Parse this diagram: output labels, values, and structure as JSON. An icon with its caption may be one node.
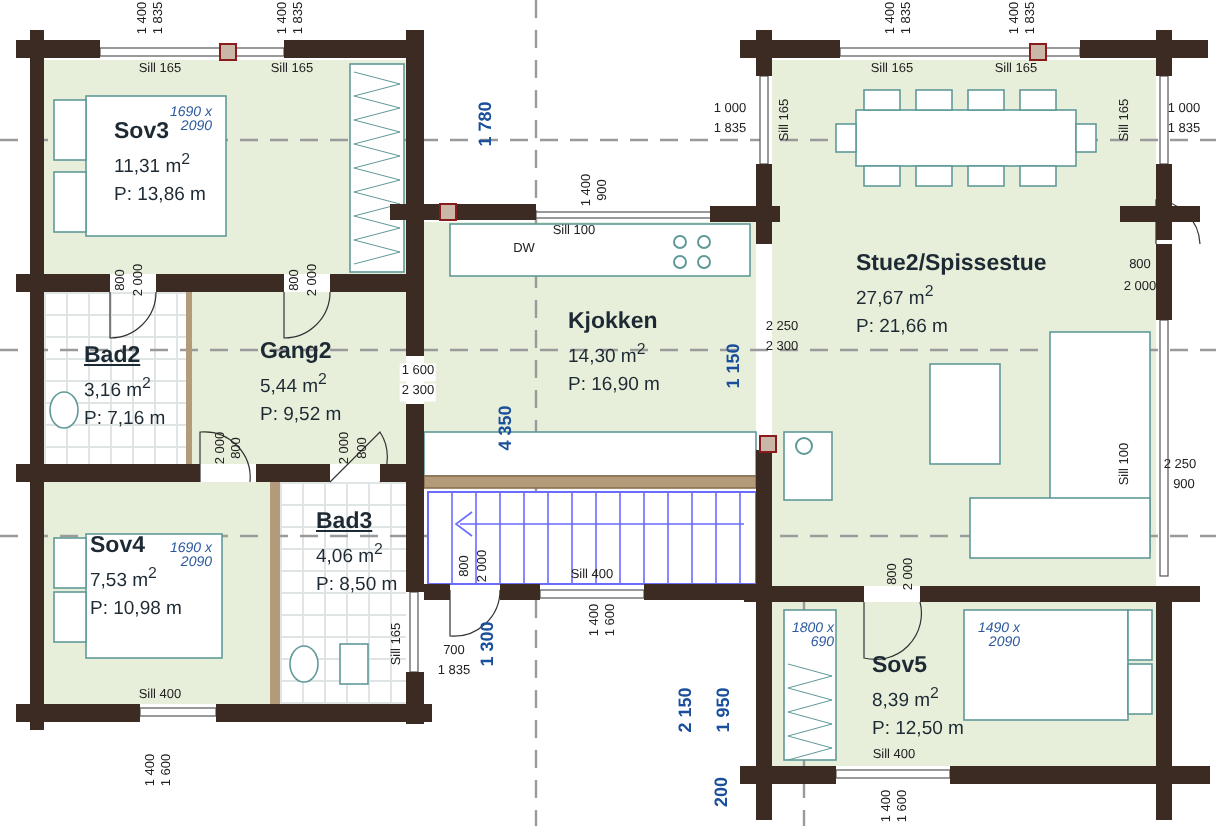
{
  "diagram": {
    "nodes": [
      {
        "text": [
          "Sov3",
          "11,31 m$^{2}$",
          "P: 13,86 m"
        ]
      },
      {
        "text": [
          "Bad2",
          "3,16 m$^{2}$",
          "P: 7,16 m"
        ]
      },
      {
        "text": [
          "Gang2",
          "5,44 m$^{2}$",
          "P: 9,52 m"
        ]
      },
      {
        "text": [
          "Kjokken",
          "14,30 m$^{2}$",
          "P: 16,90 m"
        ]
      },
      {
        "text": [
          "Stue2/Spissestue",
          "27,67 m$^{2}$",
          "P: 21,66 m"
        ]
      },
      {
        "text": [
          "Sov4",
          "7,53 m$^{2}$",
          "P: 10,98 m"
        ]
      },
      {
        "text": [
          "Bad3",
          "4,06 m$^{2}$",
          "P: 8,50 m"
        ]
      },
      {
        "text": [
          "Sov5",
          "8,39 m$^{2}$",
          "P: 12,50 m"
        ]
      }
    ],
    "labels": [
      "1 400",
      "1 835",
      "1 400",
      "1 835",
      "1 400",
      "1 835",
      "1 400",
      "1 835",
      "Sill 165",
      "Sill 165",
      "Sill 165",
      "Sill 165",
      "1 000",
      "1 835",
      "Sill 165",
      "Sill 165",
      "1 000",
      "1 835",
      "1690 x 2090",
      "1 780",
      "1 400",
      "900",
      "Sill 100",
      "DW",
      "800",
      "2 000",
      "800",
      "2 000",
      "800",
      "2 000",
      "2 250",
      "2 300",
      "1 150",
      "1 600",
      "2 300",
      "4 350",
      "Sill 100",
      "2 250",
      "900",
      "2 000",
      "800",
      "2 000",
      "800",
      "1690 x 2090",
      "Sill 400",
      "800",
      "2 000",
      "1 400",
      "1 600",
      "800",
      "2 000",
      "1800 x 690",
      "1490 x 2090",
      "Sill 165",
      "700",
      "1 835",
      "1 300",
      "2 150",
      "1 950",
      "Sill 400",
      "Sill 400",
      "1 400",
      "1 600",
      "200",
      "1 400",
      "1 600"
    ]
  }
}
